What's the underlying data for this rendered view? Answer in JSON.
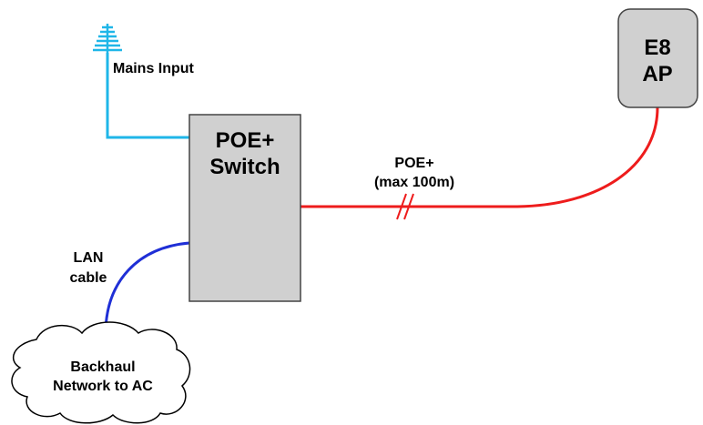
{
  "colors": {
    "mains": "#1fb6e8",
    "poe": "#ee1c1c",
    "lan": "#1f2fd6",
    "box_fill": "#d0d0d0",
    "box_stroke": "#444444"
  },
  "icons": {
    "mains": "antenna-icon",
    "backhaul": "cloud-icon",
    "cable_break": "double-slash-icon"
  },
  "mains": {
    "label": "Mains Input"
  },
  "switch": {
    "line1": "POE+",
    "line2": "Switch"
  },
  "poe_link": {
    "line1": "POE+",
    "line2": "(max 100m)"
  },
  "ap": {
    "line1": "E8",
    "line2": "AP"
  },
  "lan": {
    "line1": "LAN",
    "line2": "cable"
  },
  "backhaul": {
    "line1": "Backhaul",
    "line2": "Network to AC"
  }
}
